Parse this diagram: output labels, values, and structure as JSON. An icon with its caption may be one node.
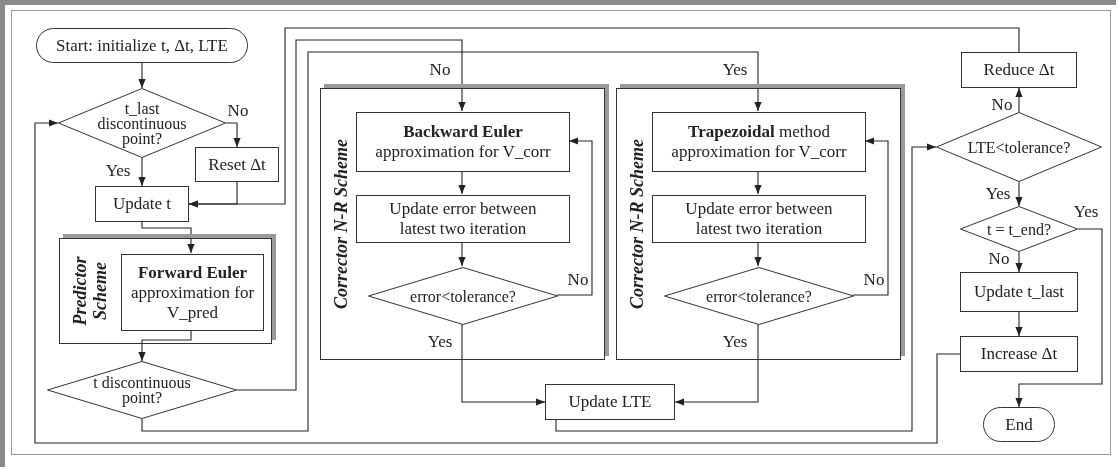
{
  "diagram": {
    "nodes": [
      {
        "text": [
          "Start: initialize t, Δt, LTE"
        ]
      },
      {
        "text": [
          "t_last discontinuous point?"
        ]
      },
      {
        "text": [
          "Reset Δt"
        ]
      },
      {
        "text": [
          "Update t"
        ]
      },
      {
        "text": [
          "Predictor Scheme"
        ]
      },
      {
        "text": [
          "**Forward Euler** approximation for V_pred"
        ],
        "in": 4
      },
      {
        "text": [
          "t discontinuous point?"
        ]
      },
      {
        "text": [
          "Corrector N-R Scheme"
        ]
      },
      {
        "text": [
          "**Backward Euler** approximation for V_corr"
        ],
        "in": 7
      },
      {
        "text": [
          "Update error between latest two iteration"
        ],
        "in": 7
      },
      {
        "text": [
          "error<tolerance?"
        ],
        "in": 7
      },
      {
        "text": [
          "Corrector N-R Scheme"
        ]
      },
      {
        "text": [
          "**Trapezoidal** method approximation for V_corr"
        ],
        "in": 11
      },
      {
        "text": [
          "Update error between latest two iteration"
        ],
        "in": 11
      },
      {
        "text": [
          "error<tolerance?"
        ],
        "in": 11
      },
      {
        "text": [
          "Update LTE"
        ]
      },
      {
        "text": [
          "Reduce Δt"
        ]
      },
      {
        "text": [
          "LTE<tolerance?"
        ]
      },
      {
        "text": [
          "t = t_end?"
        ]
      },
      {
        "text": [
          "Update t_last"
        ]
      },
      {
        "text": [
          "Increase Δt"
        ]
      },
      {
        "text": [
          "End"
        ]
      }
    ],
    "edges": [
      {
        "from": 0,
        "to": 1,
        "arrow": "to"
      },
      {
        "from": 1,
        "to": 3,
        "arrow": "to",
        "label": "Yes"
      },
      {
        "from": 1,
        "to": 2,
        "arrow": "to",
        "label": "No"
      },
      {
        "from": 2,
        "to": 3,
        "arrow": "to"
      },
      {
        "from": 16,
        "to": 3,
        "arrow": "to"
      },
      {
        "from": 3,
        "to": 5,
        "arrow": "to"
      },
      {
        "from": 5,
        "to": 6,
        "arrow": "to"
      },
      {
        "from": 6,
        "to": 8,
        "arrow": "to",
        "label": "No"
      },
      {
        "from": 6,
        "to": 12,
        "arrow": "to",
        "label": "Yes"
      },
      {
        "from": 8,
        "to": 9,
        "arrow": "to"
      },
      {
        "from": 9,
        "to": 10,
        "arrow": "to"
      },
      {
        "from": 10,
        "to": 8,
        "arrow": "to",
        "label": "No"
      },
      {
        "from": 10,
        "to": 15,
        "arrow": "to",
        "label": "Yes"
      },
      {
        "from": 12,
        "to": 13,
        "arrow": "to"
      },
      {
        "from": 13,
        "to": 14,
        "arrow": "to"
      },
      {
        "from": 14,
        "to": 12,
        "arrow": "to",
        "label": "No"
      },
      {
        "from": 14,
        "to": 15,
        "arrow": "to",
        "label": "Yes"
      },
      {
        "from": 15,
        "to": 17,
        "arrow": "to"
      },
      {
        "from": 17,
        "to": 16,
        "arrow": "to",
        "label": "No"
      },
      {
        "from": 17,
        "to": 18,
        "arrow": "to",
        "label": "Yes"
      },
      {
        "from": 18,
        "to": 19,
        "arrow": "to",
        "label": "No"
      },
      {
        "from": 18,
        "to": 21,
        "arrow": "to",
        "label": "Yes"
      },
      {
        "from": 19,
        "to": 20,
        "arrow": "to"
      },
      {
        "from": 20,
        "to": 1,
        "arrow": "to"
      }
    ]
  }
}
